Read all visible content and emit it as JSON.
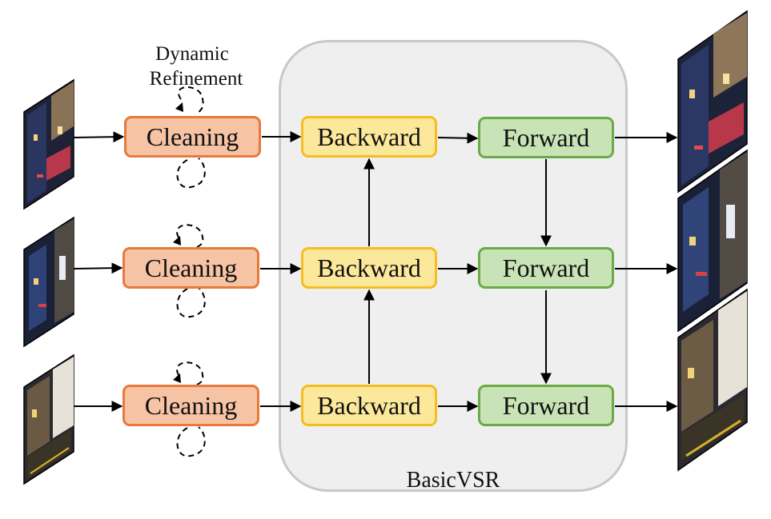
{
  "annotation": {
    "line1": "Dynamic",
    "line2": "Refinement"
  },
  "module_label": "BasicVSR",
  "rows": [
    {
      "clean": "Cleaning",
      "backward": "Backward",
      "forward": "Forward"
    },
    {
      "clean": "Cleaning",
      "backward": "Backward",
      "forward": "Forward"
    },
    {
      "clean": "Cleaning",
      "backward": "Backward",
      "forward": "Forward"
    }
  ],
  "colors": {
    "cleaning_border": "#e7793b",
    "cleaning_fill": "#f7c3a5",
    "backward_border": "#f5bd1f",
    "backward_fill": "#fce89a",
    "forward_border": "#6aab46",
    "forward_fill": "#c8e3b5",
    "panel_border": "#c8c8c8",
    "panel_fill": "#efefef"
  },
  "icons": {
    "input_frame": "night-street-photo-icon",
    "output_frame": "night-street-photo-icon"
  }
}
